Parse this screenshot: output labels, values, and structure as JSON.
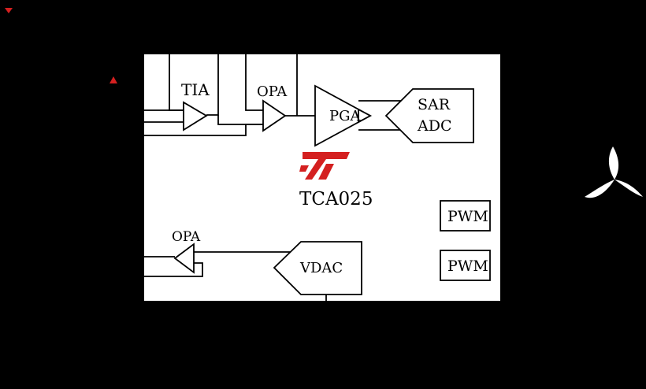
{
  "chip": {
    "name": "TCA025",
    "logo_color": "#d42020",
    "background": "#000000",
    "board_color": "#ffffff",
    "line_color": "#000000"
  },
  "blocks": {
    "tia": "TIA",
    "opa_top": "OPA",
    "pga": "PGA",
    "adc_line1": "SAR",
    "adc_line2": "ADC",
    "opa_bottom": "OPA",
    "vdac": "VDAC",
    "pwm_1": "PWM",
    "pwm_2": "PWM"
  },
  "markers": {
    "down_arrow_color": "#d42020",
    "up_arrow_color": "#d42020",
    "fan_icon_color": "#ffffff"
  }
}
